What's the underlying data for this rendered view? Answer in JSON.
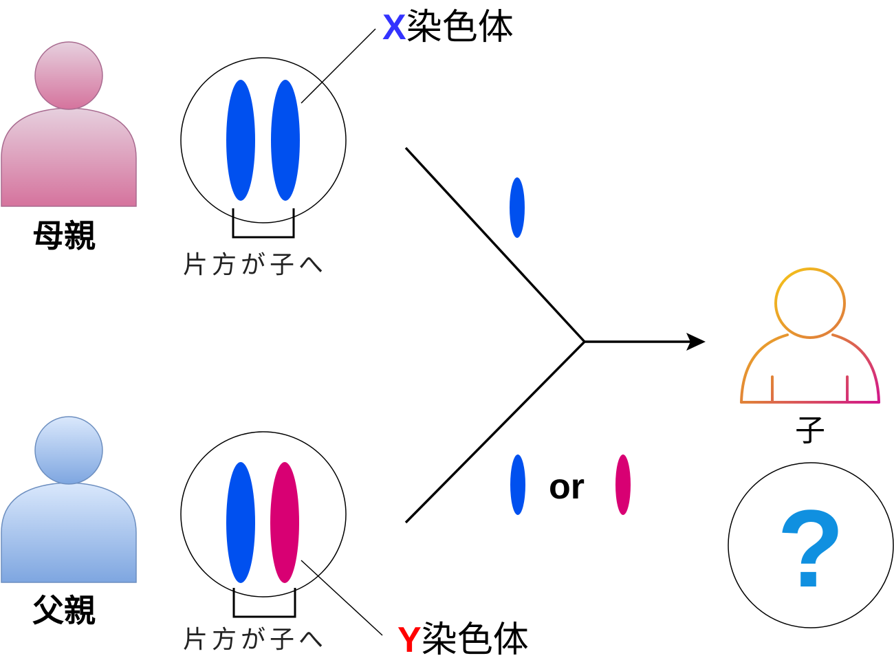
{
  "colors": {
    "x_chromosome": "#0050ef",
    "y_chromosome": "#d80073",
    "x_letter": "#3333ff",
    "y_letter": "#ff0000",
    "question_mark": "#1090e0",
    "mother_gradient": [
      "#e6d0de",
      "#d5739d"
    ],
    "father_gradient": [
      "#dae8fc",
      "#7ea6e0"
    ],
    "child_gradient": [
      "#f5c518",
      "#e0803a",
      "#d01090"
    ]
  },
  "mother": {
    "label": "母親",
    "chromosomes": [
      "X",
      "X"
    ],
    "note": "片方が子へ"
  },
  "father": {
    "label": "父親",
    "chromosomes": [
      "X",
      "Y"
    ],
    "note": "片方が子へ"
  },
  "callouts": {
    "x": {
      "letter": "X",
      "suffix": "染色体"
    },
    "y": {
      "letter": "Y",
      "suffix": "染色体"
    }
  },
  "inheritance": {
    "from_mother": [
      "X"
    ],
    "from_father": [
      "X",
      "Y"
    ],
    "or_label": "or"
  },
  "child": {
    "label": "子",
    "unknown_symbol": "?"
  }
}
